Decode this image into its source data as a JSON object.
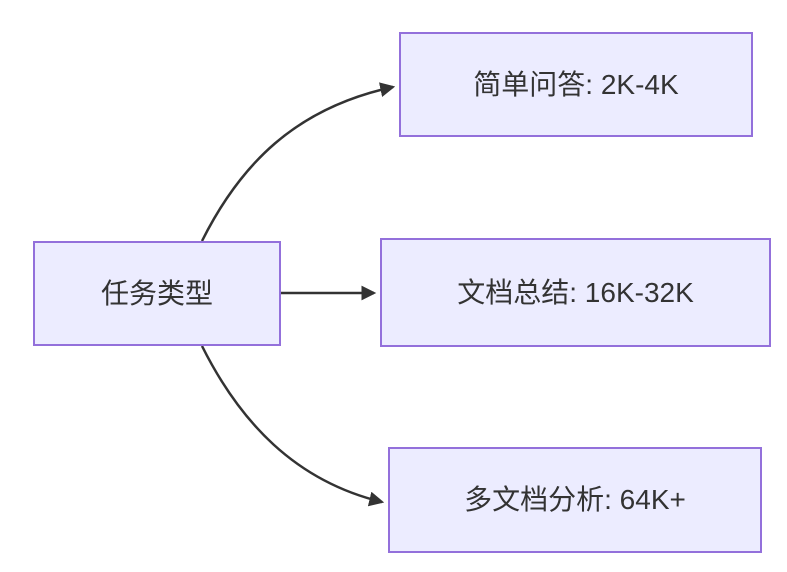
{
  "diagram": {
    "type": "flowchart",
    "direction": "left-to-right",
    "root": {
      "id": "root",
      "label": "任务类型"
    },
    "branches": [
      {
        "id": "branch-0",
        "label": "简单问答: 2K-4K"
      },
      {
        "id": "branch-1",
        "label": "文档总结: 16K-32K"
      },
      {
        "id": "branch-2",
        "label": "多文档分析: 64K+"
      }
    ],
    "edges": [
      {
        "from": "root",
        "to": "branch-0",
        "style": "curved-up",
        "arrow": "filled-triangle"
      },
      {
        "from": "root",
        "to": "branch-1",
        "style": "straight",
        "arrow": "filled-triangle"
      },
      {
        "from": "root",
        "to": "branch-2",
        "style": "curved-down",
        "arrow": "filled-triangle"
      }
    ],
    "colors": {
      "node_fill": "#ECECFF",
      "node_border": "#9370DB",
      "edge": "#333333",
      "text": "#333333",
      "background": "#FFFFFF"
    }
  }
}
